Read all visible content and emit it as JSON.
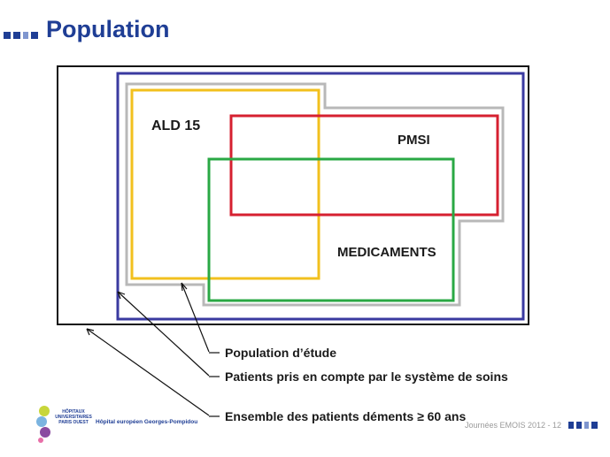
{
  "slide": {
    "title": "Population"
  },
  "diagram": {
    "labels": {
      "ald": "ALD 15",
      "pmsi": "PMSI",
      "medicaments": "MEDICAMENTS"
    },
    "colors": {
      "outer": "#111111",
      "blue": "#3a3aa0",
      "gray": "#b8b8b8",
      "yellow": "#f2c01e",
      "red": "#d62030",
      "green": "#2aa844"
    }
  },
  "legend": {
    "items": [
      {
        "text": "Population d’étude"
      },
      {
        "text": "Patients pris en compte par le système de soins"
      },
      {
        "text": "Ensemble des patients déments ≥ 60 ans"
      }
    ]
  },
  "footer": {
    "text": "Journées EMOIS 2012 - 12"
  },
  "logo": {
    "line1": "HÔPITAUX",
    "line2": "UNIVERSITAIRES",
    "line3": "PARIS OUEST",
    "hospital": "Hôpital européen Georges-Pompidou"
  }
}
